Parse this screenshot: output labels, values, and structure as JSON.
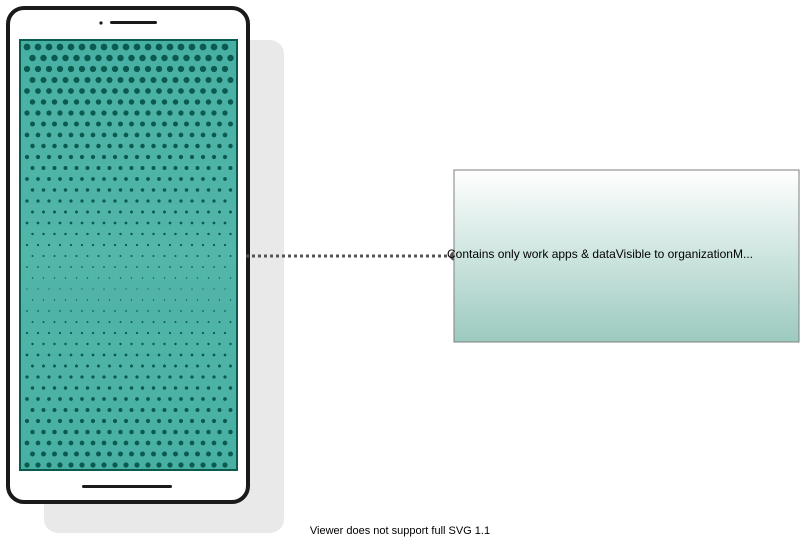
{
  "callout": {
    "text": "Contains only work apps & dataVisible to organizationM..."
  },
  "footer": {
    "fallback_text": "Viewer does not support full SVG 1.1"
  },
  "colors": {
    "screen_teal": "#4cb3a6",
    "dot_dark": "#0b5a50",
    "phone_outline": "#1a1a1a",
    "phone_shadow": "#e6e6e6",
    "callout_border": "#7f7f7f",
    "callout_gradient_top": "#ffffff",
    "callout_gradient_bottom": "#9ccabf",
    "connector": "#555555"
  },
  "icons": {
    "phone": "smartphone-icon",
    "screen_pattern": "halftone-dot-pattern"
  }
}
